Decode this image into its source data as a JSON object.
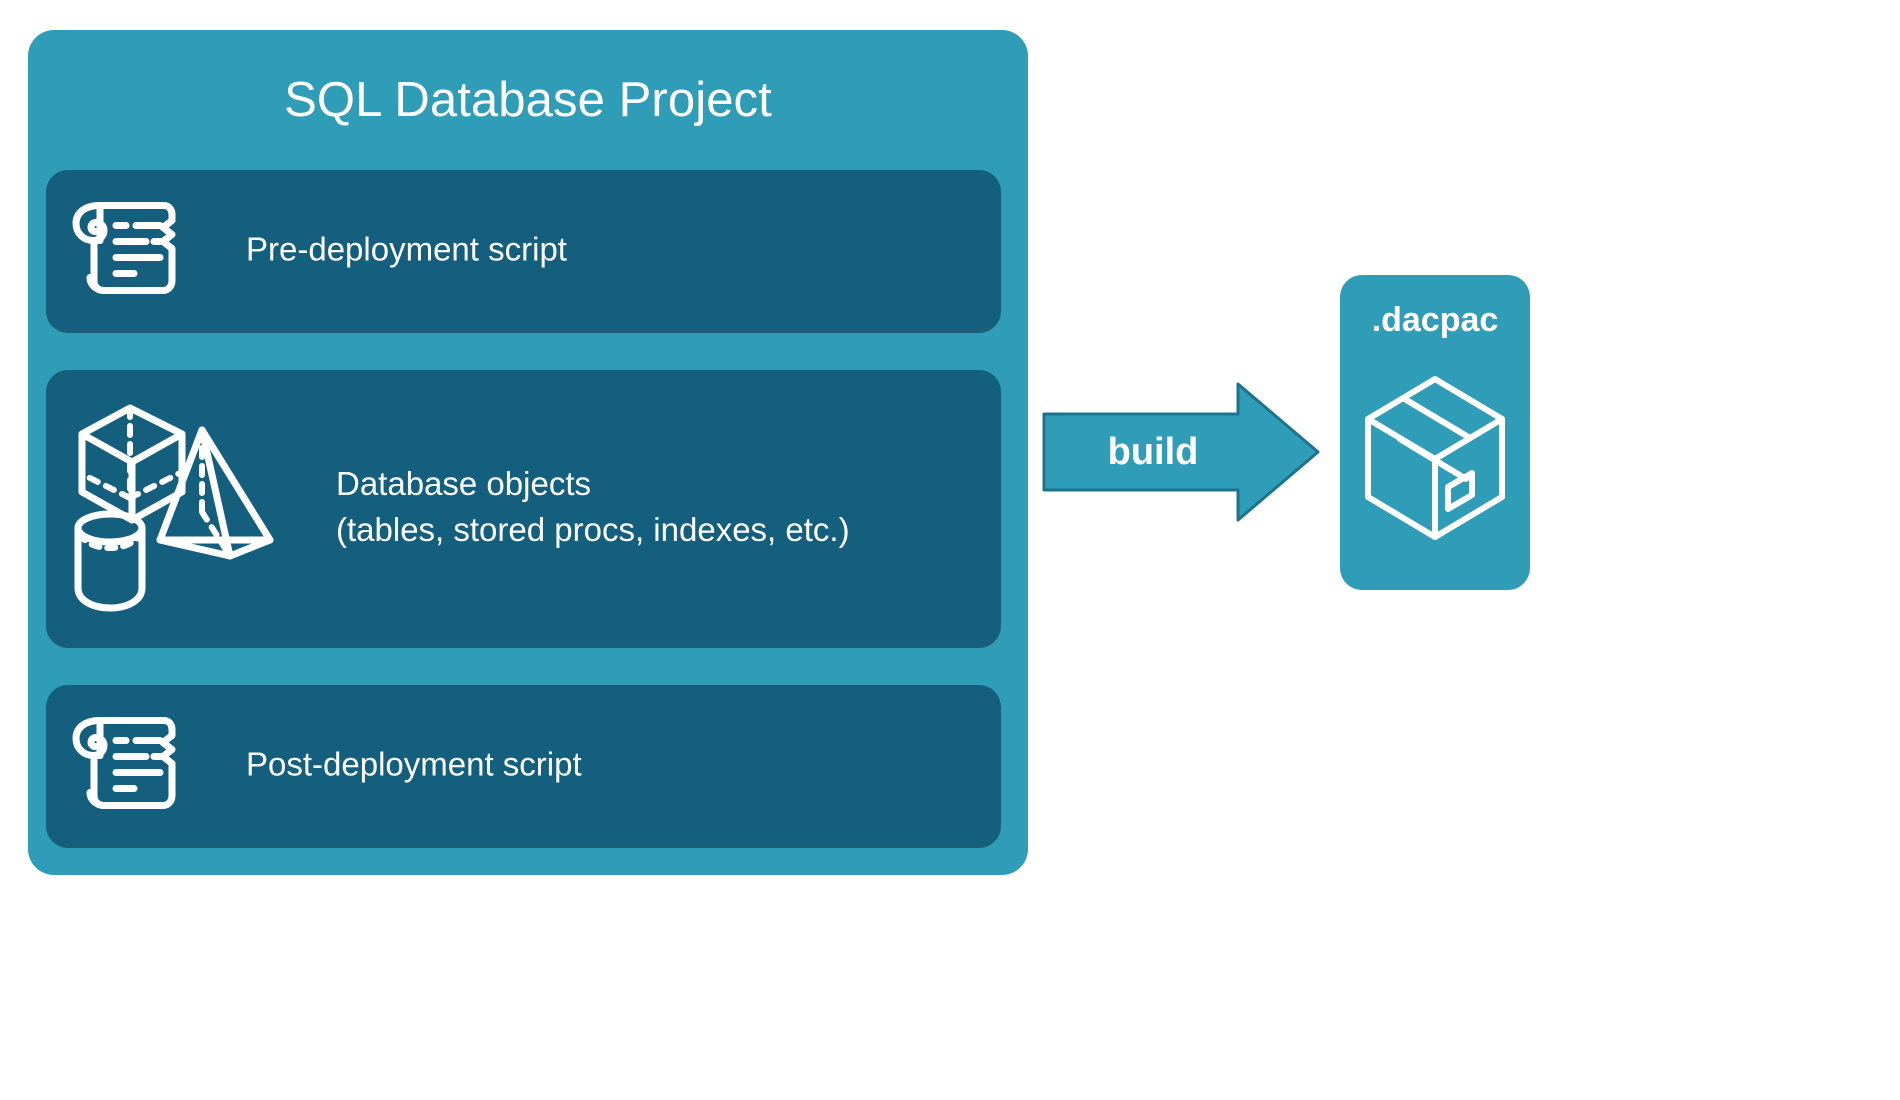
{
  "diagram": {
    "type": "flow",
    "background_color": "#ffffff",
    "accent_color": "#2f9cb8",
    "panel_color": "#155f7e",
    "text_color": "#ffffff"
  },
  "project": {
    "title": "SQL Database Project",
    "items": [
      {
        "id": "pre",
        "label": "Pre-deployment script",
        "icon": "scroll-icon"
      },
      {
        "id": "objects",
        "label": "Database objects\n(tables, stored procs, indexes, etc.)",
        "icon": "shapes-3d-icon"
      },
      {
        "id": "post",
        "label": "Post-deployment script",
        "icon": "scroll-icon"
      }
    ]
  },
  "arrow": {
    "label": "build",
    "direction": "right",
    "icon": "arrow-right-icon"
  },
  "output": {
    "title": ".dacpac",
    "icon": "package-box-icon"
  }
}
